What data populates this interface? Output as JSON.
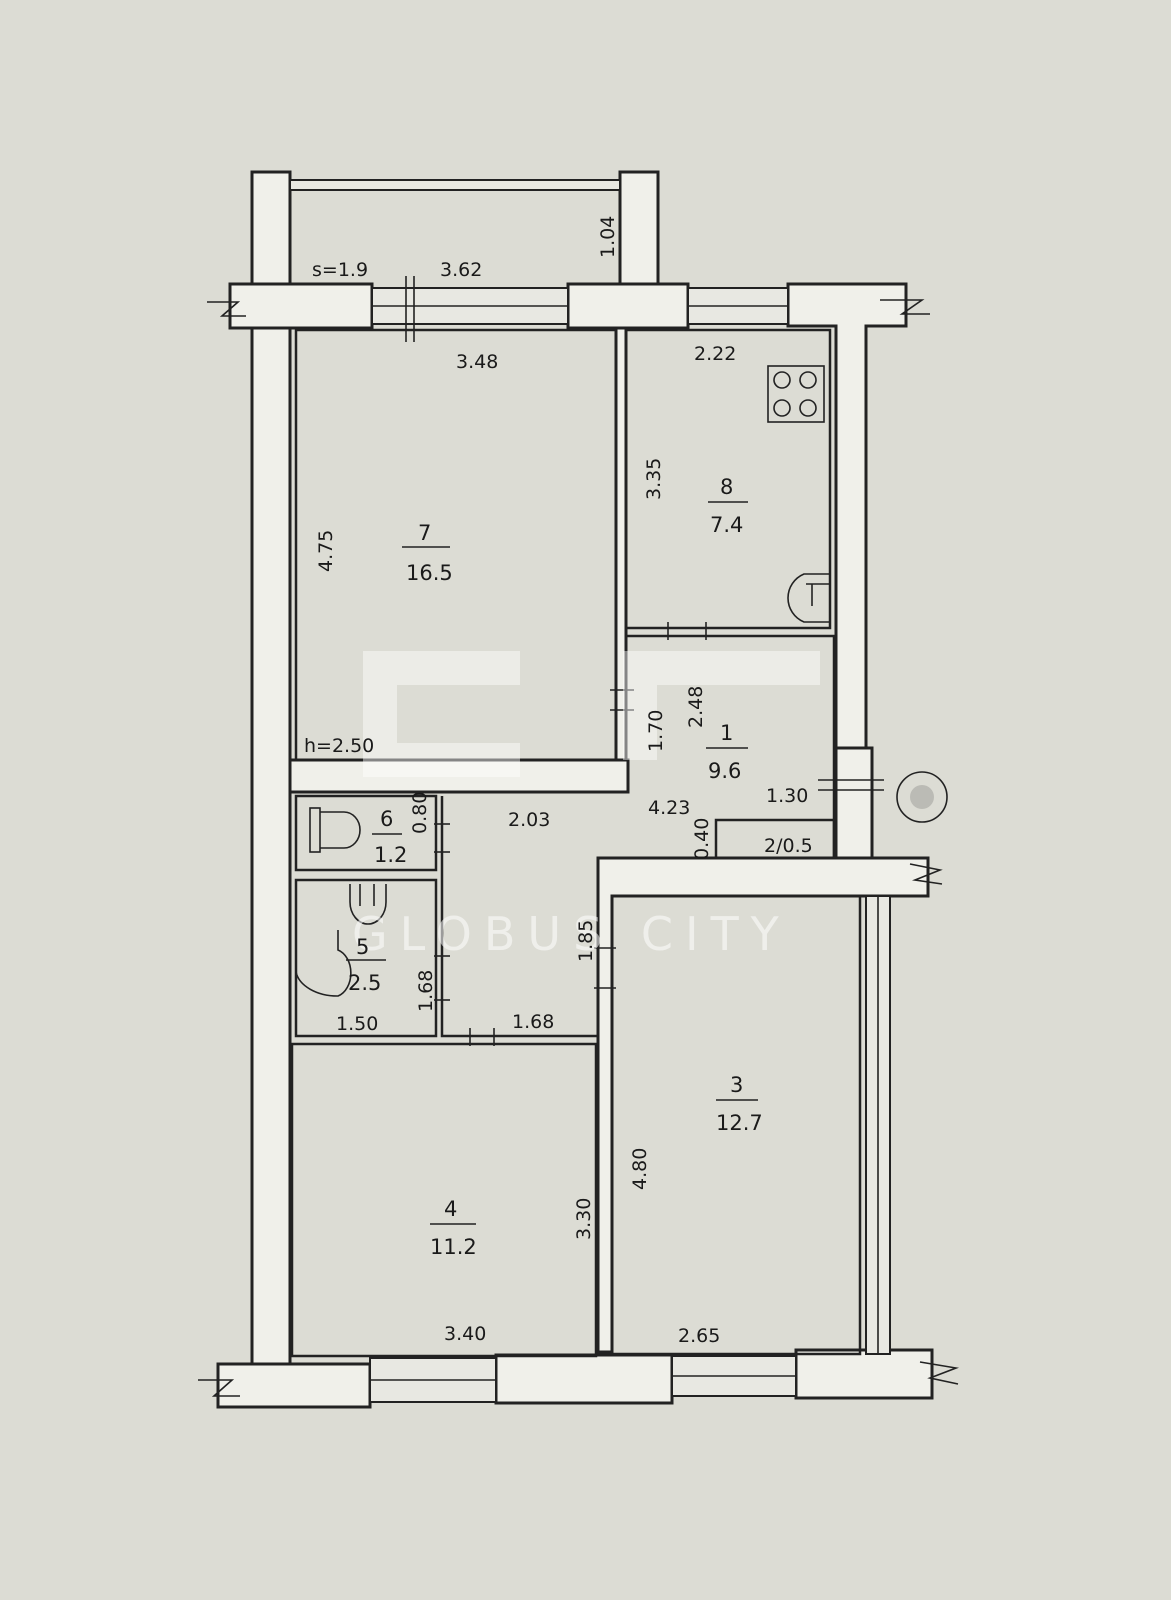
{
  "balcony": {
    "area": "s=1.9",
    "width": "3.62",
    "depth": "1.04"
  },
  "ceiling_height": "h=2.50",
  "rooms": [
    {
      "id": "room-7",
      "number": "7",
      "area": "16.5",
      "width": "3.48",
      "length": "4.75"
    },
    {
      "id": "room-8",
      "number": "8",
      "area": "7.4",
      "width": "2.22",
      "length": "3.35"
    },
    {
      "id": "room-1",
      "number": "1",
      "area": "9.6",
      "dims": [
        "1.70",
        "2.48",
        "4.23",
        "1.30",
        "0.40"
      ]
    },
    {
      "id": "room-2",
      "label": "2/0.5"
    },
    {
      "id": "room-6",
      "number": "6",
      "area": "1.2",
      "dims": [
        "0.80"
      ]
    },
    {
      "id": "room-5",
      "number": "5",
      "area": "2.5",
      "dims": [
        "1.68",
        "1.50"
      ]
    },
    {
      "id": "corridor",
      "dims": [
        "2.03",
        "1.85",
        "1.68"
      ]
    },
    {
      "id": "room-4",
      "number": "4",
      "area": "11.2",
      "dims": [
        "3.30",
        "3.40"
      ]
    },
    {
      "id": "room-3",
      "number": "3",
      "area": "12.7",
      "dims": [
        "4.80",
        "2.65"
      ]
    }
  ],
  "watermark": {
    "text": "GLOBUS CITY"
  },
  "icons": [
    "stove-icon",
    "toilet-icon",
    "bathtub-icon",
    "sink-icon",
    "riser-icon"
  ]
}
